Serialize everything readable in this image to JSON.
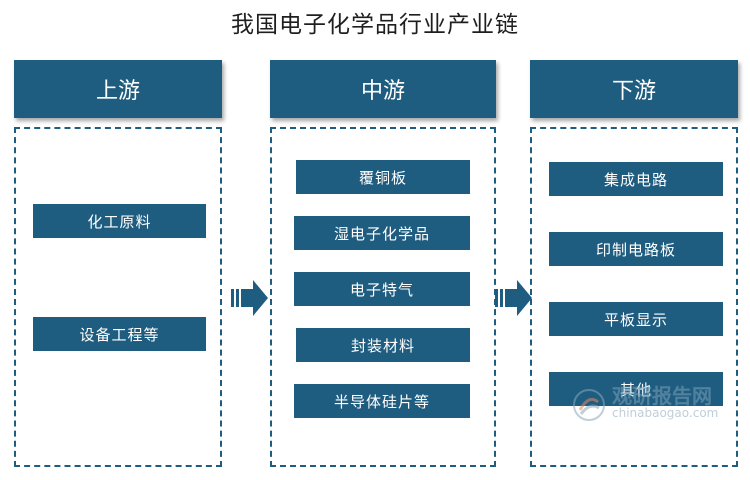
{
  "title": "我国电子化学品行业产业链",
  "columns": [
    {
      "header": "上游",
      "items": [
        "化工原料",
        "设备工程等"
      ]
    },
    {
      "header": "中游",
      "items": [
        "覆铜板",
        "湿电子化学品",
        "电子特气",
        "封装材料",
        "半导体硅片等"
      ]
    },
    {
      "header": "下游",
      "items": [
        "集成电路",
        "印制电路板",
        "平板显示",
        "其他"
      ]
    }
  ],
  "watermark": {
    "cn": "观研报告网",
    "en": "chinabaogao.com"
  },
  "colors": {
    "primary": "#1f5d80",
    "background": "#ffffff"
  }
}
